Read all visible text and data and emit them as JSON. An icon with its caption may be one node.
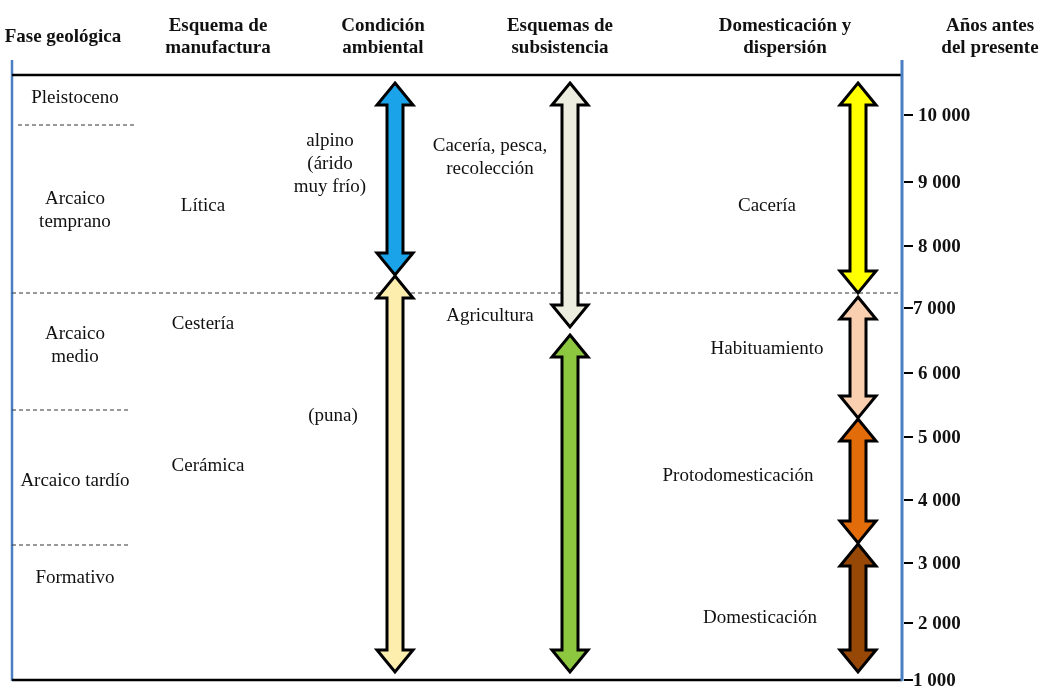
{
  "diagram": {
    "labels": [
      "Fase geológica",
      "Esquema de manufactura",
      "Condición ambiental",
      "Esquemas de subsistencia",
      "Domesticación y dispersión",
      "Años antes del presente",
      "Pleistoceno",
      "alpino (árido muy frío)",
      "Cacería, pesca, recolección",
      "10 000",
      "9 000",
      "Arcaico temprano",
      "Lítica",
      "Cacería",
      "8 000",
      "7 000",
      "Arcaico medio",
      "Cestería",
      "Agricultura",
      "Habituamiento",
      "6 000",
      "(puna)",
      "5 000",
      "Arcaico tardío",
      "Cerámica",
      "Protodomesticación",
      "4 000",
      "3 000",
      "Formativo",
      "Domesticación",
      "2 000",
      "1 000"
    ]
  }
}
